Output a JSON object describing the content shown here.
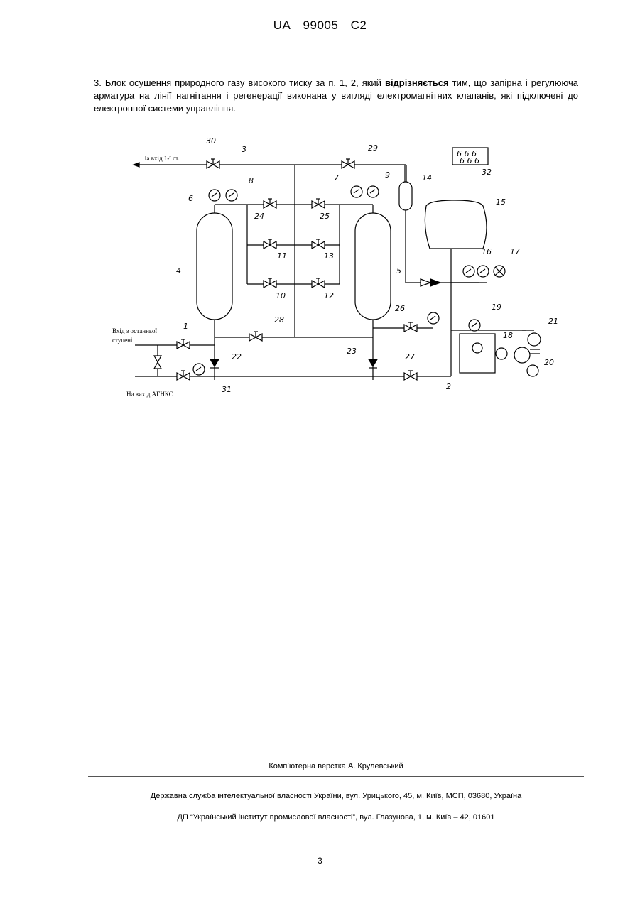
{
  "header": {
    "country": "UA",
    "number": "99005",
    "kind": "C2"
  },
  "claim": {
    "lead": "3. Блок осушення природного газу високого тиску за п. 1, 2, який ",
    "bold": "відрізняється",
    "rest": " тим, що запірна і регулююча арматура на лінії нагнітання і регенерації виконана у вигляді електромагнітних клапанів, які підключені до електронної системи управління."
  },
  "figure": {
    "labels": {
      "to_stage1": "На вхід 1-ї ст.",
      "inlet_line1": "Вхід з останньої",
      "inlet_line2": "ступені",
      "outlet": "На вихід АГНКС"
    },
    "numbers": {
      "n1": "1",
      "n2": "2",
      "n3": "3",
      "n4": "4",
      "n5": "5",
      "n6": "6",
      "n7": "7",
      "n8": "8",
      "n9": "9",
      "n10": "10",
      "n11": "11",
      "n12": "12",
      "n13": "13",
      "n14": "14",
      "n15": "15",
      "n16": "16",
      "n17": "17",
      "n18": "18",
      "n19": "19",
      "n20": "20",
      "n21": "21",
      "n22": "22",
      "n23": "23",
      "n24": "24",
      "n25": "25",
      "n26": "26",
      "n27": "27",
      "n28": "28",
      "n29": "29",
      "n30": "30",
      "n31": "31",
      "n32": "32"
    }
  },
  "footer": {
    "layout": "Комп’ютерна верстка А. Крулевський",
    "office": "Державна служба інтелектуальної власності України, вул. Урицького, 45, м. Київ, МСП, 03680, Україна",
    "institute": "ДП “Український інститут промислової власності”, вул. Глазунова, 1, м. Київ – 42, 01601"
  },
  "page_number": "3"
}
